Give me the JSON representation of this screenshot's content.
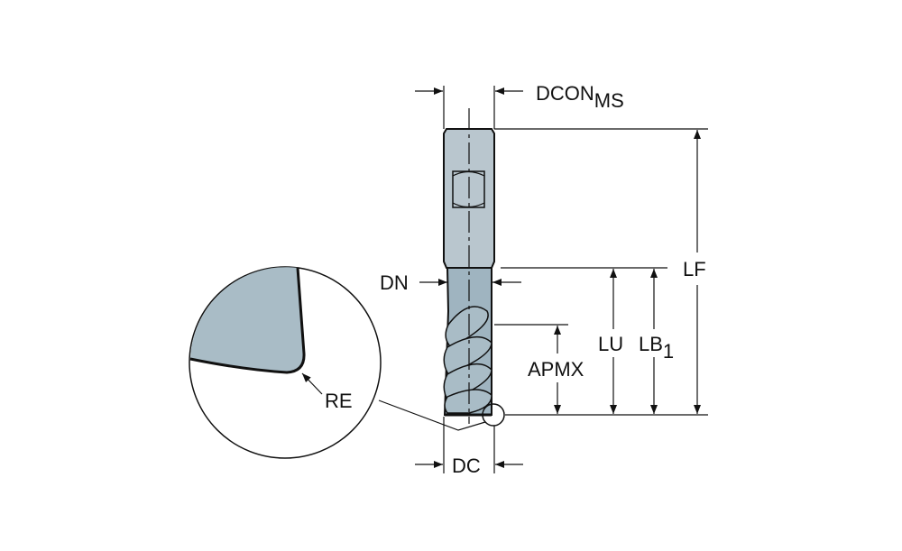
{
  "diagram": {
    "title": "Solid end mill dimensions",
    "colors": {
      "shank": "#b9c6ce",
      "neck": "#9fb4c0",
      "detail": "#a9bcc6",
      "line": "#111111"
    },
    "labels": {
      "dcon": "DCON",
      "dcon_sub": "MS",
      "dn": "DN",
      "lf": "LF",
      "lu": "LU",
      "lb": "LB",
      "lb_sub": "1",
      "apmx": "APMX",
      "dc": "DC",
      "re": "RE"
    }
  }
}
